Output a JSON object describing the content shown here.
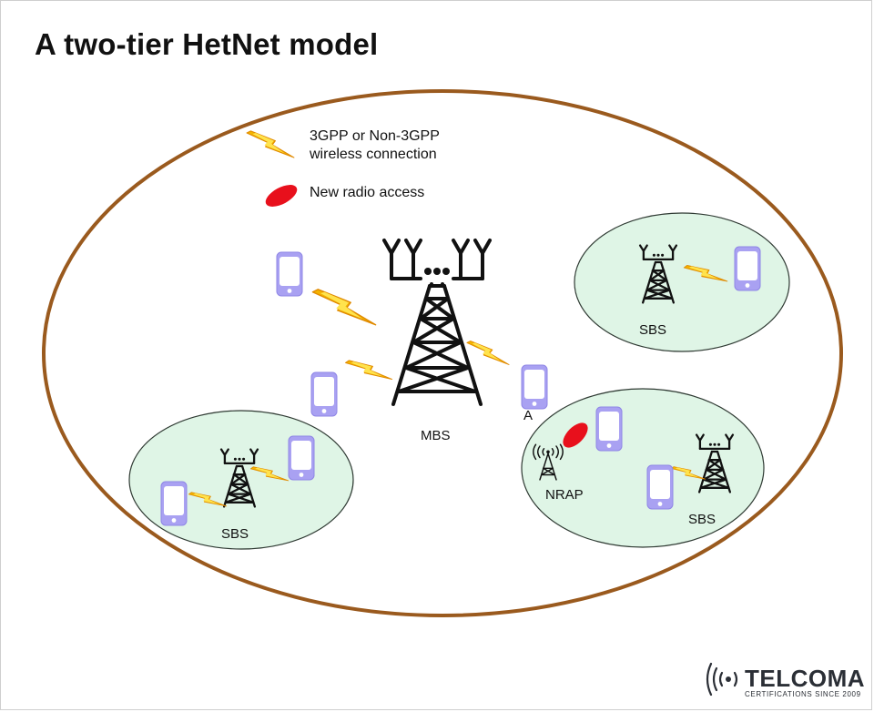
{
  "title": "A two-tier HetNet model",
  "legend": {
    "wireless_line1": "3GPP or Non-3GPP",
    "wireless_line2": "wireless connection",
    "new_radio": "New radio access"
  },
  "labels": {
    "mbs": "MBS",
    "sbs_top_right": "SBS",
    "sbs_bottom_left": "SBS",
    "sbs_bottom_right": "SBS",
    "nrap": "NRAP",
    "user_a": "A"
  },
  "brand": {
    "name": "TELCOMA",
    "tagline": "CERTIFICATIONS SINCE 2009"
  },
  "colors": {
    "macro_cell_border": "#9a5a1e",
    "small_cell_fill": "#dff5e6",
    "small_cell_border": "#2f3a33",
    "phone_body": "#a9a1f2",
    "phone_screen": "#ffffff",
    "bolt_outer": "#f4b400",
    "bolt_inner": "#ffe34d",
    "new_radio": "#e8101c",
    "tower": "#111111"
  },
  "icons": [
    "tower-icon",
    "phone-icon",
    "lightning-bolt-icon",
    "new-radio-ellipse-icon",
    "antenna-icon",
    "signal-waves-icon"
  ]
}
